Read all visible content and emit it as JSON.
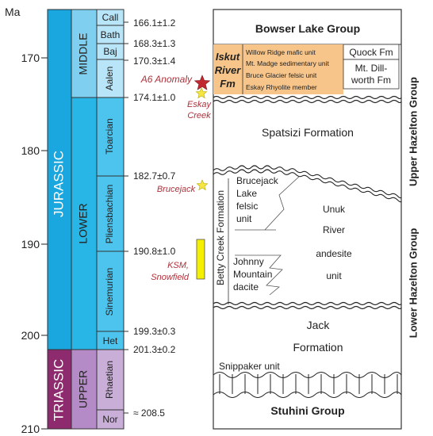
{
  "axis": {
    "unit_label": "Ma",
    "ticks": [
      {
        "value": 170,
        "label": "170"
      },
      {
        "value": 180,
        "label": "180"
      },
      {
        "value": 190,
        "label": "190"
      },
      {
        "value": 200,
        "label": "200"
      },
      {
        "value": 210,
        "label": "210"
      }
    ]
  },
  "periods": [
    {
      "label": "TRIASSIC",
      "color": "#8e2a6e"
    },
    {
      "label": "JURASSIC",
      "color": "#1aa6de"
    }
  ],
  "epochs": [
    {
      "label": "UPPER",
      "color": "#b48bc6"
    },
    {
      "label": "LOWER",
      "color": "#27b6e6"
    },
    {
      "label": "MIDDLE",
      "color": "#7fd0f0"
    }
  ],
  "stages": [
    {
      "label": "Call"
    },
    {
      "label": "Bath"
    },
    {
      "label": "Baj"
    },
    {
      "label": "Aalen"
    },
    {
      "label": "Toarcian"
    },
    {
      "label": "Pliensbachian"
    },
    {
      "label": "Sinemurian"
    },
    {
      "label": "Het"
    },
    {
      "label": "Rhaetian"
    },
    {
      "label": "Nor"
    }
  ],
  "ages": [
    {
      "age": 166.1,
      "label": "166.1±1.2"
    },
    {
      "age": 168.3,
      "label": "168.3±1.3"
    },
    {
      "age": 170.3,
      "label": "170.3±1.4"
    },
    {
      "age": 174.1,
      "label": "174.1±1.0"
    },
    {
      "age": 182.7,
      "label": "182.7±0.7"
    },
    {
      "age": 190.8,
      "label": "190.8±1.0"
    },
    {
      "age": 199.3,
      "label": "199.3±0.3"
    },
    {
      "age": 201.3,
      "label": "201.3±0.2"
    },
    {
      "age": 208.5,
      "label": "≈ 208.5"
    }
  ],
  "deposits": {
    "a6": "A6 Anomaly",
    "eskay_1": "Eskay",
    "eskay_2": "Creek",
    "brucejack": "Brucejack",
    "ksm_1": "KSM,",
    "ksm_2": "Snowfield"
  },
  "units": {
    "bowser": "Bowser Lake Group",
    "iskut_1": "Iskut",
    "iskut_2": "River",
    "iskut_3": "Fm",
    "iskut_members": [
      "Willow Ridge mafic unit",
      "Mt. Madge sedimentary unit",
      "Bruce Glacier felsic unit",
      "Eskay Rhyolite member"
    ],
    "quock": "Quock Fm",
    "dillworth_1": "Mt. Dill-",
    "dillworth_2": "worth Fm",
    "spatsizi": "Spatsizi Formation",
    "betty_creek": "Betty Creek Formation",
    "brucejack_felsic": [
      "Brucejack",
      "Lake",
      "felsic",
      "unit"
    ],
    "johnny": [
      "Johnny",
      "Mountain",
      "dacite"
    ],
    "unuk": [
      "Unuk",
      "River",
      "andesite",
      "unit"
    ],
    "jack_1": "Jack",
    "jack_2": "Formation",
    "snippaker": "Snippaker unit",
    "stuhini": "Stuhini Group",
    "upper_hazelton": "Upper Hazelton Group",
    "lower_hazelton": "Lower Hazelton Group"
  },
  "colors": {
    "iskut_fill": "#f7c58a",
    "deposit_star": "#c0282d",
    "star_yellow": "#f5e642",
    "ksm_bar": "#f5f000",
    "label_red": "#b0303a"
  }
}
